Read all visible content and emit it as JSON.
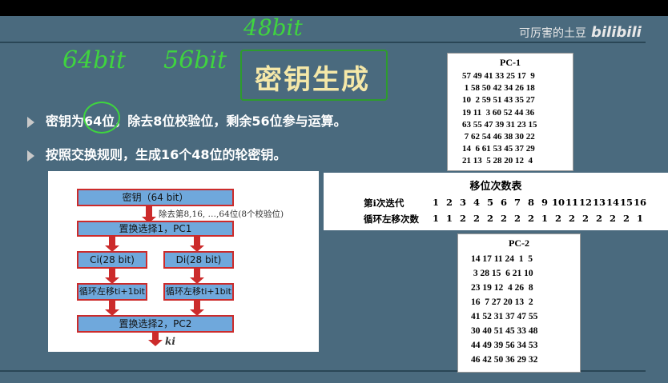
{
  "brand": {
    "channel": "可厉害的土豆",
    "logo_text": "bilibili"
  },
  "slide": {
    "title": "密钥生成",
    "handwritten": {
      "a": "64bit",
      "b": "56bit",
      "c": "48bit"
    },
    "bullets": [
      "密钥为64位，除去8位校验位，剩余56位参与运算。",
      "按照交换规则，生成16个48位的轮密钥。"
    ]
  },
  "pc1": {
    "title": "PC-1",
    "rows": [
      "57 49 41 33 25 17  9",
      " 1 58 50 42 34 26 18",
      "10  2 59 51 43 35 27",
      "19 11  3 60 52 44 36",
      "63 55 47 39 31 23 15",
      " 7 62 54 46 38 30 22",
      "14  6 61 53 45 37 29",
      "21 13  5 28 20 12  4"
    ]
  },
  "pc2": {
    "title": "PC-2",
    "rows": [
      "14 17 11 24  1  5",
      " 3 28 15  6 21 10",
      "23 19 12  4 26  8",
      "16  7 27 20 13  2",
      "41 52 31 37 47 55",
      "30 40 51 45 33 48",
      "44 49 39 56 34 53",
      "46 42 50 36 29 32"
    ]
  },
  "shift_table": {
    "title": "移位次数表",
    "row1_label": "第i次迭代",
    "row2_label": "循环左移次数",
    "iterations": [
      "1",
      "2",
      "3",
      "4",
      "5",
      "6",
      "7",
      "8",
      "9",
      "10",
      "11",
      "12",
      "13",
      "14",
      "15",
      "16"
    ],
    "shifts": [
      "1",
      "1",
      "2",
      "2",
      "2",
      "2",
      "2",
      "2",
      "1",
      "2",
      "2",
      "2",
      "2",
      "2",
      "2",
      "1"
    ]
  },
  "flow": {
    "key_box": "密钥（64 bit）",
    "note": "除去第8,16, …,64位(8个校验位)",
    "pc1_box": "置换选择1，PC1",
    "c_box": "Ci(28 bit)",
    "d_box": "Di(28 bit)",
    "rot_left": "循环左移ti+1bit",
    "rot_right": "循环左移ti+1bit",
    "pc2_box": "置换选择2，PC2",
    "output": "ki"
  }
}
